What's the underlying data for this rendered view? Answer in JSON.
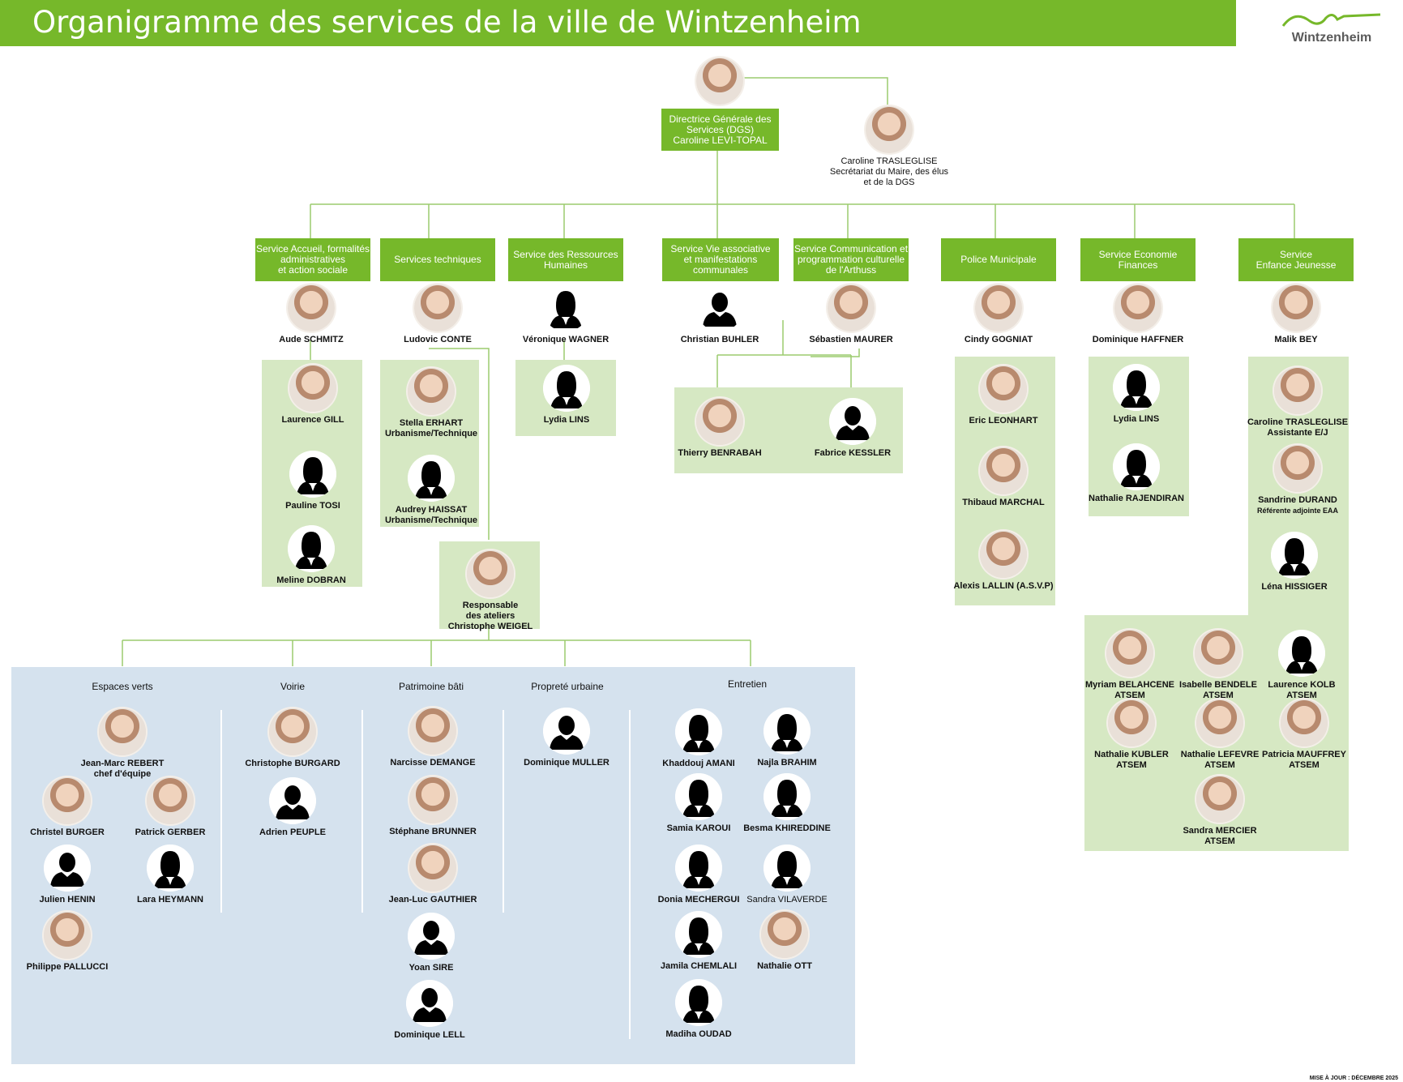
{
  "title": "Organigramme des services de la ville de Wintzenheim",
  "logo": {
    "text": "Wintzenheim"
  },
  "footer": "MISE À JOUR : DÉCEMBRE 2025",
  "colors": {
    "green": "#76b82a",
    "light_green": "#d6e8c3",
    "light_blue": "#d5e2ee"
  },
  "dgs": {
    "box": "Directrice Générale des\nServices (DGS)\nCaroline LEVI-TOPAL"
  },
  "secretariat": {
    "name": "Caroline TRASLEGLISE\nSecrétariat du Maire, des élus\net de la DGS"
  },
  "services": [
    {
      "label": "Service Accueil, formalités\nadministratives\net action sociale",
      "head": "Aude SCHMITZ",
      "members": [
        "Laurence GILL",
        "Pauline TOSI",
        "Meline DOBRAN"
      ]
    },
    {
      "label": "Services techniques",
      "head": "Ludovic CONTE",
      "members": [
        "Stella ERHART\nUrbanisme/Technique",
        "Audrey HAISSAT\nUrbanisme/Technique"
      ]
    },
    {
      "label": "Service des Ressources\nHumaines",
      "head": "Véronique WAGNER",
      "members": [
        "Lydia LINS"
      ]
    },
    {
      "label": "Service Vie associative\net manifestations\ncommunales",
      "head": "Christian BUHLER",
      "members": []
    },
    {
      "label": "Service Communication et\nprogrammation culturelle\nde l'Arthuss",
      "head": "Sébastien MAURER",
      "members": [
        "Thierry BENRABAH",
        "Fabrice KESSLER"
      ]
    },
    {
      "label": "Police Municipale",
      "head": "Cindy GOGNIAT",
      "members": [
        "Eric LEONHART",
        "Thibaud MARCHAL",
        "Alexis LALLIN (A.S.V.P)"
      ]
    },
    {
      "label": "Service Economie\nFinances",
      "head": "Dominique HAFFNER",
      "members": [
        "Lydia LINS",
        "Nathalie RAJENDIRAN"
      ]
    },
    {
      "label": "Service\nEnfance Jeunesse",
      "head": "Malik BEY",
      "members": [
        "Caroline TRASLEGLISE\nAssistante E/J",
        "Sandrine DURAND",
        "Léna HISSIGER"
      ],
      "durand_role": "Référente adjointe EAA"
    }
  ],
  "atsem": [
    "Myriam BELAHCENE\nATSEM",
    "Isabelle BENDELE\nATSEM",
    "Laurence KOLB\nATSEM",
    "Nathalie KUBLER\nATSEM",
    "Nathalie LEFEVRE\nATSEM",
    "Patricia MAUFFREY\nATSEM",
    "Sandra MERCIER\nATSEM"
  ],
  "ateliers": {
    "label": "Responsable\ndes ateliers\nChristophe WEIGEL"
  },
  "teams": {
    "espaces_verts": {
      "title": "Espaces verts",
      "members": [
        "Jean-Marc REBERT\nchef d'équipe",
        "Christel BURGER",
        "Patrick GERBER",
        "Julien HENIN",
        "Lara HEYMANN",
        "Philippe PALLUCCI"
      ]
    },
    "voirie": {
      "title": "Voirie",
      "members": [
        "Christophe BURGARD",
        "Adrien  PEUPLE"
      ]
    },
    "patrimoine": {
      "title": "Patrimoine bâti",
      "members": [
        "Narcisse DEMANGE",
        "Stéphane BRUNNER",
        "Jean-Luc GAUTHIER",
        "Yoan SIRE",
        "Dominique LELL"
      ]
    },
    "proprete": {
      "title": "Propreté urbaine",
      "members": [
        "Dominique MULLER"
      ]
    },
    "entretien": {
      "title": "Entretien",
      "members": [
        "Khaddouj AMANI",
        "Najla BRAHIM",
        "Samia KAROUI",
        "Besma KHIREDDINE",
        "Donia MECHERGUI",
        "Sandra VILAVERDE",
        "Jamila CHEMLALI",
        "Nathalie OTT",
        "Madiha OUDAD"
      ]
    }
  },
  "icons": {
    "photo": "person-photo-icon",
    "silhouette_male": "male-silhouette-icon",
    "silhouette_female": "female-silhouette-icon"
  }
}
